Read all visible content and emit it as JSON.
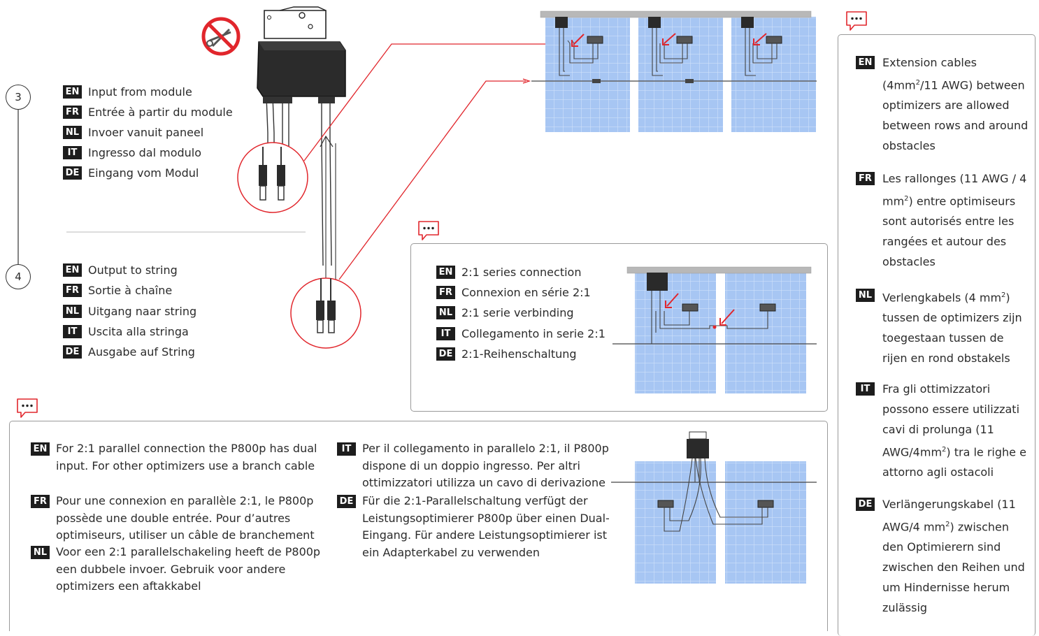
{
  "section3": {
    "step": "3",
    "labels": [
      {
        "lang": "EN",
        "text": "Input from module"
      },
      {
        "lang": "FR",
        "text": "Entrée à partir du module"
      },
      {
        "lang": "NL",
        "text": "Invoer vanuit paneel"
      },
      {
        "lang": "IT",
        "text": "Ingresso dal modulo"
      },
      {
        "lang": "DE",
        "text": "Eingang vom Modul"
      }
    ]
  },
  "section4": {
    "step": "4",
    "labels": [
      {
        "lang": "EN",
        "text": "Output to string"
      },
      {
        "lang": "FR",
        "text": "Sortie à chaîne"
      },
      {
        "lang": "NL",
        "text": "Uitgang naar string"
      },
      {
        "lang": "IT",
        "text": "Uscita alla stringa"
      },
      {
        "lang": "DE",
        "text": "Ausgabe auf String"
      }
    ]
  },
  "series_note": {
    "labels": [
      {
        "lang": "EN",
        "text": "2:1 series connection"
      },
      {
        "lang": "FR",
        "text": "Connexion en série 2:1"
      },
      {
        "lang": "NL",
        "text": "2:1 serie verbinding"
      },
      {
        "lang": "IT",
        "text": "Collegamento in serie 2:1"
      },
      {
        "lang": "DE",
        "text": "2:1-Reihenschaltung"
      }
    ]
  },
  "parallel_note": {
    "left": [
      {
        "lang": "EN",
        "text": "For 2:1 parallel connection the P800p has dual input. For other optimizers use a branch cable"
      },
      {
        "lang": "FR",
        "text": "Pour une connexion en parallèle 2:1, le P800p possède une double entrée. Pour d’autres optimiseurs, utiliser un câble de branchement"
      },
      {
        "lang": "NL",
        "text": "Voor een 2:1 parallelschakeling heeft de P800p een dubbele invoer. Gebruik voor andere optimizers een aftakkabel"
      }
    ],
    "right": [
      {
        "lang": "IT",
        "text": "Per il collegamento in parallelo 2:1, il P800p dispone di un doppio ingresso. Per altri ottimizzatori utilizza un cavo di derivazione"
      },
      {
        "lang": "DE",
        "text": "Für die 2:1-Parallelschaltung verfügt der Leistungsoptimierer P800p über einen Dual-Eingang. Für andere Leistungsoptimierer ist ein Adapterkabel zu verwenden"
      }
    ]
  },
  "extension_note": {
    "en": {
      "lang": "EN",
      "pre": "Extension cables (4mm",
      "sup": "2",
      "post": "/11 AWG) between optimizers are allowed between rows and around obstacles"
    },
    "fr": {
      "lang": "FR",
      "pre": "Les rallonges (11 AWG / 4 mm",
      "sup": "2",
      "post": ") entre optimiseurs sont autorisés entre les rangées et autour des obstacles"
    },
    "nl": {
      "lang": "NL",
      "pre": "Verlengkabels (4 mm",
      "sup": "2",
      "post": ") tussen de optimizers zijn toegestaan tussen de rijen en rond obstakels"
    },
    "it": {
      "lang": "IT",
      "pre": "Fra gli ottimizzatori possono essere utilizzati cavi di prolunga (11 AWG/4mm",
      "sup": "2",
      "post": ") tra le righe e attorno agli ostacoli"
    },
    "de": {
      "lang": "DE",
      "pre": "Verlängerungskabel (11 AWG/4 mm",
      "sup": "2",
      "post": ") zwischen den Optimierern sind zwischen den Reihen und um Hindernisse herum zulässig"
    }
  },
  "icons": {
    "note": "speech-bubble-icon",
    "prohibited": "no-cutting-icon"
  },
  "colors": {
    "accent": "#e1262c",
    "panel": "#a7c6f3",
    "panel_grid": "#ffffff",
    "rail": "#b8b8b8",
    "optimizer": "#2a2a2a",
    "tag_bg": "#1d1d1d"
  }
}
